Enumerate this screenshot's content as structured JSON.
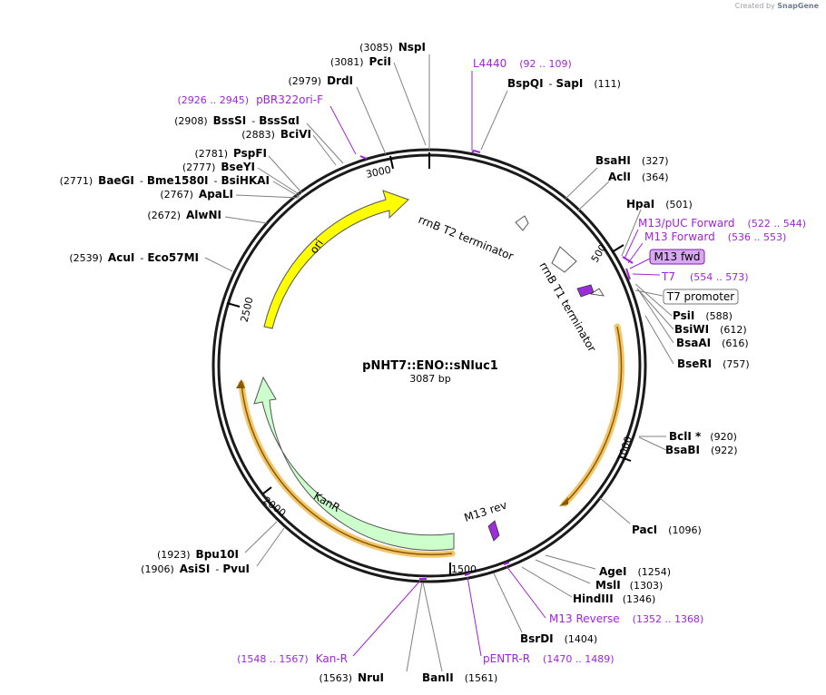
{
  "watermark": {
    "prefix": "Created by",
    "brand": "SnapGene"
  },
  "plasmid": {
    "name": "pNHT7::ENO::sNluc1",
    "length": "3087 bp"
  },
  "ticks": [
    "500",
    "1000",
    "1500",
    "2000",
    "2500",
    "3000"
  ],
  "enzymes": {
    "NspI": {
      "name": "NspI",
      "pos": "(3085)"
    },
    "PciI": {
      "name": "PciI",
      "pos": "(3081)"
    },
    "DrdI": {
      "name": "DrdI",
      "pos": "(2979)"
    },
    "BssSI": {
      "name": "BssSI",
      "sep": "-",
      "name2": "BssSαI",
      "pos": "(2908)"
    },
    "BciVI": {
      "name": "BciVI",
      "pos": "(2883)"
    },
    "PspFI": {
      "name": "PspFI",
      "pos": "(2781)"
    },
    "BseYI": {
      "name": "BseYI",
      "pos": "(2777)"
    },
    "BaeGI": {
      "name": "BaeGI",
      "sep": "-",
      "name2": "Bme1580I",
      "sep2": "-",
      "name3": "BsiHKAI",
      "pos": "(2771)"
    },
    "ApaLI": {
      "name": "ApaLI",
      "pos": "(2767)"
    },
    "AlwNI": {
      "name": "AlwNI",
      "pos": "(2672)"
    },
    "AcuI": {
      "name": "AcuI",
      "sep": "-",
      "name2": "Eco57MI",
      "pos": "(2539)"
    },
    "BspQI": {
      "name": "BspQI",
      "sep": "-",
      "name2": "SapI",
      "pos": "(111)"
    },
    "BsaHI": {
      "name": "BsaHI",
      "pos": "(327)"
    },
    "AclI": {
      "name": "AclI",
      "pos": "(364)"
    },
    "HpaI": {
      "name": "HpaI",
      "pos": "(501)"
    },
    "PsiI": {
      "name": "PsiI",
      "pos": "(588)"
    },
    "BsiWI": {
      "name": "BsiWI",
      "pos": "(612)"
    },
    "BsaAI": {
      "name": "BsaAI",
      "pos": "(616)"
    },
    "BseRI": {
      "name": "BseRI",
      "pos": "(757)"
    },
    "BclI": {
      "name": "BclI *",
      "pos": "(920)"
    },
    "BsaBI": {
      "name": "BsaBI",
      "pos": "(922)"
    },
    "PacI": {
      "name": "PacI",
      "pos": "(1096)"
    },
    "AgeI": {
      "name": "AgeI",
      "pos": "(1254)"
    },
    "MslI": {
      "name": "MslI",
      "pos": "(1303)"
    },
    "HindIII": {
      "name": "HindIII",
      "pos": "(1346)"
    },
    "BsrDI": {
      "name": "BsrDI",
      "pos": "(1404)"
    },
    "BanII": {
      "name": "BanII",
      "pos": "(1561)"
    },
    "NruI": {
      "name": "NruI",
      "pos": "(1563)"
    },
    "Bpu10I": {
      "name": "Bpu10I",
      "pos": "(1923)"
    },
    "AsiSI": {
      "name": "AsiSI",
      "sep": "-",
      "name2": "PvuI",
      "pos": "(1906)"
    }
  },
  "primers": {
    "L4440": {
      "name": "L4440",
      "range": "(92 .. 109)"
    },
    "pBR322ori": {
      "name": "pBR322ori-F",
      "range": "(2926 .. 2945)"
    },
    "M13pUC": {
      "name": "M13/pUC Forward",
      "range": "(522 .. 544)"
    },
    "M13Fwd": {
      "name": "M13 Forward",
      "range": "(536 .. 553)"
    },
    "T7": {
      "name": "T7",
      "range": "(554 .. 573)"
    },
    "M13Rev": {
      "name": "M13 Reverse",
      "range": "(1352 .. 1368)"
    },
    "pENTRR": {
      "name": "pENTR-R",
      "range": "(1470 .. 1489)"
    },
    "KanR": {
      "name": "Kan-R",
      "range": "(1548 .. 1567)"
    }
  },
  "boxed": {
    "m13fwd": "M13 fwd",
    "t7promoter": "T7 promoter"
  },
  "features": {
    "ori": "ori",
    "kanr": "KanR",
    "rrnbT2": "rrnB T2 terminator",
    "rrnbT1": "rrnB T1 terminator",
    "m13rev": "M13 rev"
  },
  "colors": {
    "primer": "#a024d8",
    "ori": "#ffff00",
    "kanr": "#ccffcc",
    "orf": "#f0b040",
    "promoter_box": "#d8a8f0"
  }
}
